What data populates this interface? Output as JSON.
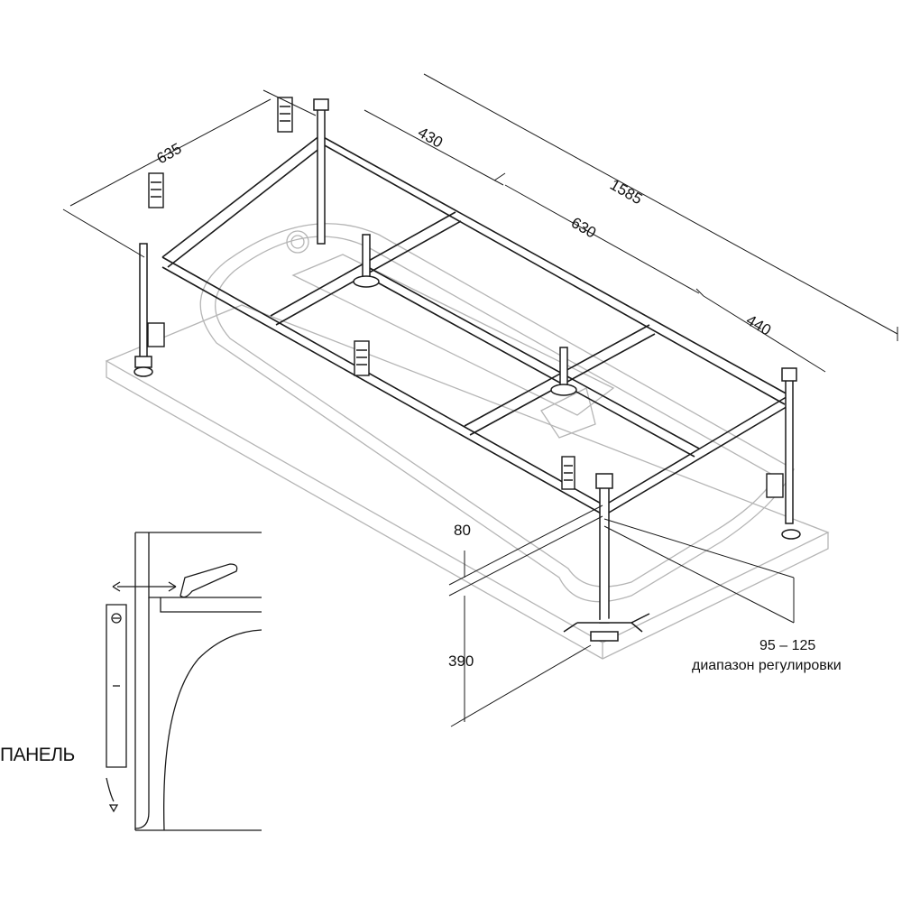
{
  "dimensions": {
    "width_635": "635",
    "section_430": "430",
    "total_1585": "1585",
    "section_630": "630",
    "section_440": "440",
    "frame_height_80": "80",
    "leg_height_390": "390",
    "adjust_range": "95 – 125"
  },
  "labels": {
    "adjust_caption": "диапазон регулировки",
    "panel": "ПАНЕЛЬ"
  },
  "colors": {
    "line": "#1a1a1a",
    "light_line": "#b8b8b8"
  }
}
